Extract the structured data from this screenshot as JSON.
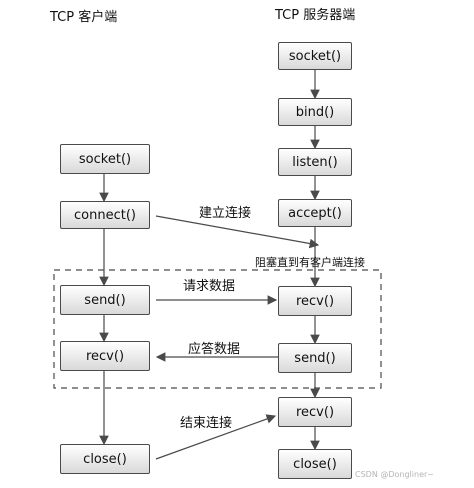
{
  "headers": {
    "client": "TCP 客户端",
    "server": "TCP 服务器端"
  },
  "client": {
    "socket": "socket()",
    "connect": "connect()",
    "send": "send()",
    "recv": "recv()",
    "close": "close()"
  },
  "server": {
    "socket": "socket()",
    "bind": "bind()",
    "listen": "listen()",
    "accept": "accept()",
    "recv_request": "recv()",
    "send": "send()",
    "recv_close": "recv()",
    "close": "close()"
  },
  "labels": {
    "establish_connection": "建立连接",
    "block_until_connect": "阻塞直到有客户端连接",
    "request_data": "请求数据",
    "response_data": "应答数据",
    "end_connection": "结束连接"
  },
  "watermark": "CSDN @Dongliner~",
  "colors": {
    "line": "#4a4a4a",
    "box_border": "#4a4a4a",
    "box_gradient_top": "#ffffff",
    "box_gradient_bottom": "#d9d9d9",
    "dash": "#4a4a4a"
  }
}
